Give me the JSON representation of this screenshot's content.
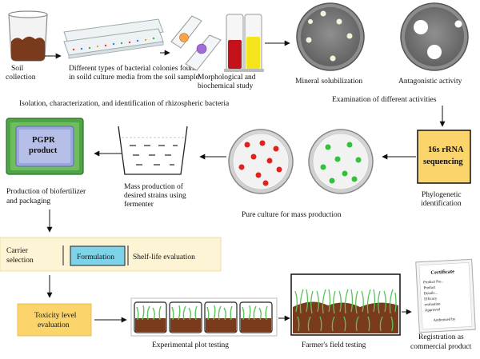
{
  "labels": {
    "soil_collection": [
      "Soil",
      "collection"
    ],
    "bacterial_colonies": [
      "Different types of bacterial colonies found",
      "in soild culture media from the soil sample"
    ],
    "morph_biochem": [
      "Morphological and",
      "biochemical study"
    ],
    "isolation": "Isolation, characterization, and identification of rhizospheric bacteria",
    "mineral": "Mineral solubilization",
    "antagonistic": "Antagonistic activity",
    "examination": "Examination of different activities",
    "seq_box": [
      "16s rRNA",
      "sequencing"
    ],
    "phylogenetic": [
      "Phylogenetic",
      "identification"
    ],
    "pure_culture": "Pure culture for mass production",
    "mass_production": [
      "Mass production of",
      "desired strains using",
      "fermenter"
    ],
    "pgpr": [
      "PGPR",
      "product"
    ],
    "biofertilizer": [
      "Production of biofertilizer",
      "and packaging"
    ],
    "carrier": [
      "Carrier",
      "selection"
    ],
    "formulation": "Formulation",
    "shelf_life": "Shelf-life evaluation",
    "toxicity": [
      "Toxicity level",
      "evaluation"
    ],
    "experimental": "Experimental plot testing",
    "farmers": "Farmer's field testing",
    "registration": [
      "Registration as",
      "commercial product"
    ],
    "certificate": {
      "title": "Certificate",
      "lines": [
        "Product Na...",
        "Product",
        "Details...",
        "Efficacy",
        "evaluation",
        "Approved"
      ],
      "sign": "Authorized by"
    }
  },
  "colors": {
    "soil": "#7a3b1c",
    "orange_box": "#fbd46b",
    "formulation_box": "#7fd3e8",
    "carrier_band": "#fcf4d4",
    "pgpr_outer": "#4fa546",
    "pgpr_inner": "#9aa6dd",
    "red_dot": "#e0221f",
    "green_dot": "#31c13b",
    "grass": "#5cc35a"
  }
}
